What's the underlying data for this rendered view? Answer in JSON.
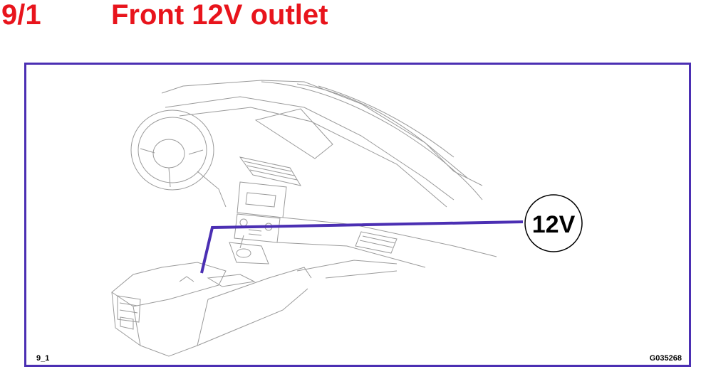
{
  "header": {
    "section_number": "9/1",
    "title": "Front 12V outlet"
  },
  "figure": {
    "callout_label": "12V",
    "figure_id": "9_1",
    "reference_code": "G035268",
    "leader_color": "#4b2fb3",
    "frame_color": "#4b2fb3",
    "title_color": "#e8141c"
  }
}
